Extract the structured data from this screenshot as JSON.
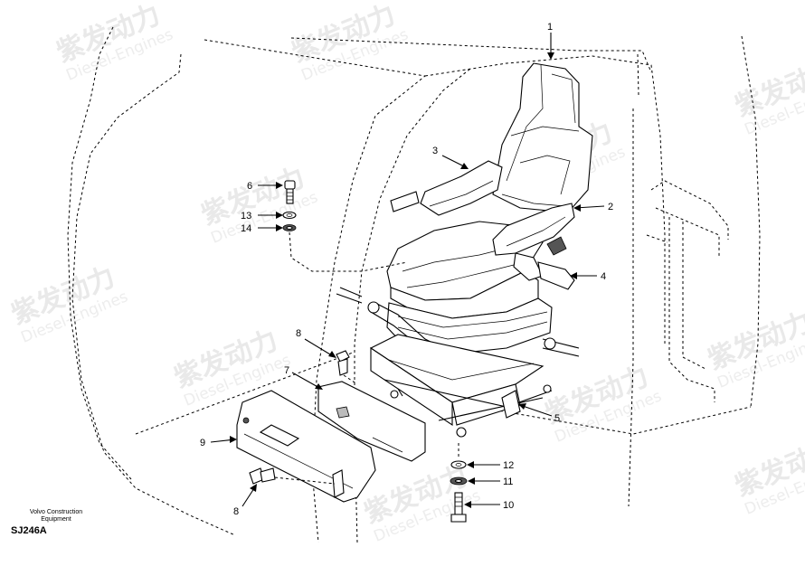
{
  "watermark": {
    "brand": "紫发动力",
    "sub": "Diesel-Engines"
  },
  "callouts": {
    "c1": "1",
    "c2": "2",
    "c3": "3",
    "c4": "4",
    "c5": "5",
    "c6": "6",
    "c7": "7",
    "c8a": "8",
    "c8b": "8",
    "c9": "9",
    "c10": "10",
    "c11": "11",
    "c12": "12",
    "c13": "13",
    "c14": "14"
  },
  "caption": {
    "company_line1": "Volvo Construction",
    "company_line2": "Equipment",
    "code": "SJ246A"
  }
}
